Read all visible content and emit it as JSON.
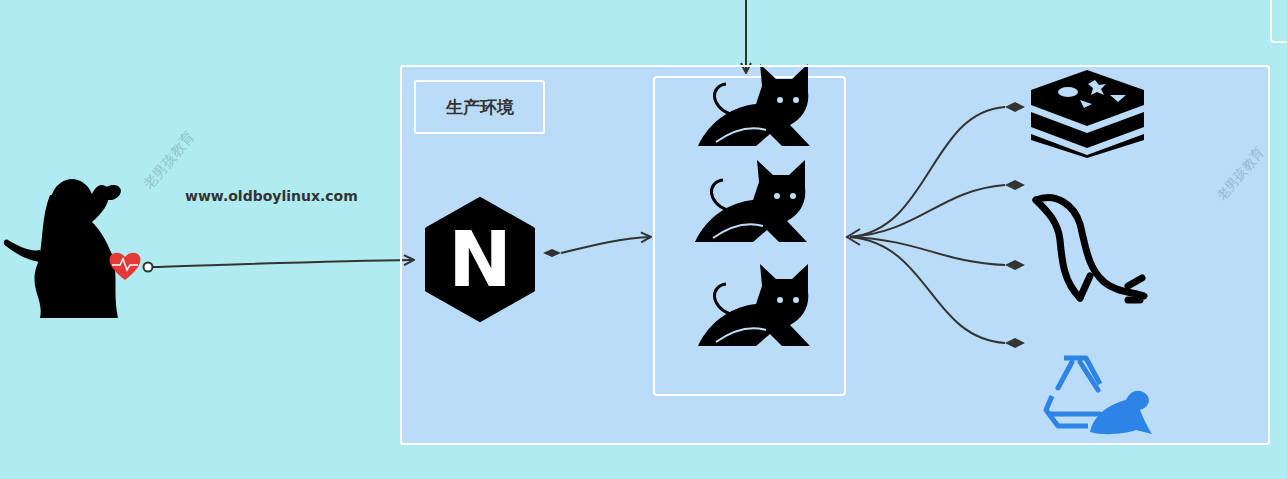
{
  "diagram": {
    "nodes": [
      {
        "text": [
          "生产环境"
        ]
      },
      {
        "text": [
          "N"
        ],
        "in": 0
      }
    ],
    "labels": [
      "www.oldboylinux.com",
      "老男孩教育",
      "老男孩教育"
    ]
  }
}
